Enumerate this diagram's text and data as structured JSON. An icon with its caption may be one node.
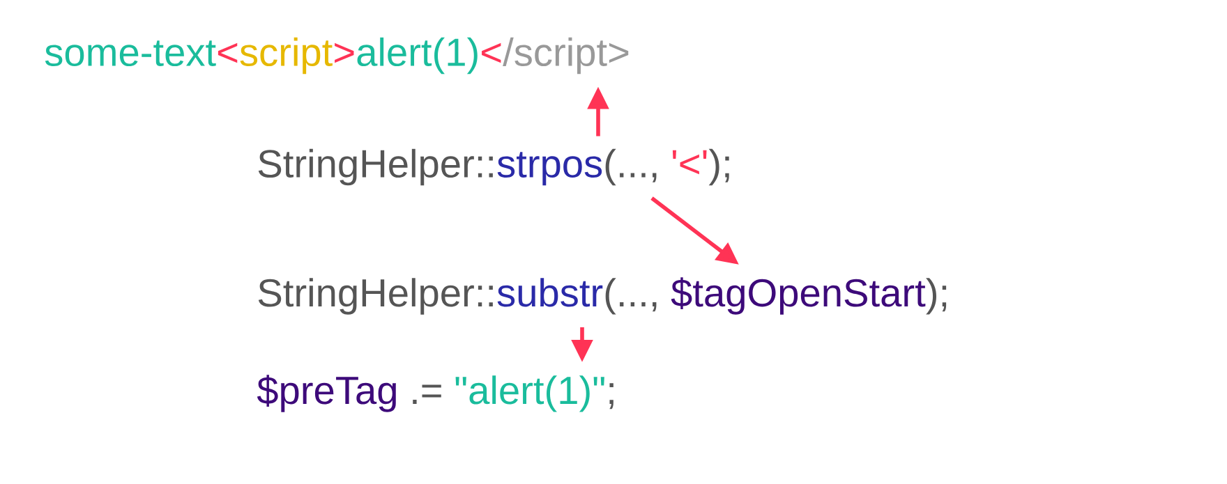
{
  "diagram": {
    "nodes": [
      {
        "text": [
          "some-text",
          "<",
          "script",
          ">",
          "alert(1)",
          "<",
          "/script>"
        ]
      },
      {
        "text": [
          "StringHelper::",
          "strpos",
          "(...,",
          "'<'",
          ");"
        ]
      },
      {
        "text": [
          "StringHelper::",
          "substr",
          "(...,",
          "$tagOpenStart",
          ");"
        ]
      },
      {
        "text": [
          "$preTag",
          ".=",
          "\"alert(1)\"",
          ";"
        ]
      }
    ],
    "edges": [
      {
        "from": 1,
        "to": 0,
        "arrow": "to"
      },
      {
        "from": 1,
        "to": 2,
        "arrow": "to"
      },
      {
        "from": 2,
        "to": 3,
        "arrow": "to"
      }
    ]
  }
}
